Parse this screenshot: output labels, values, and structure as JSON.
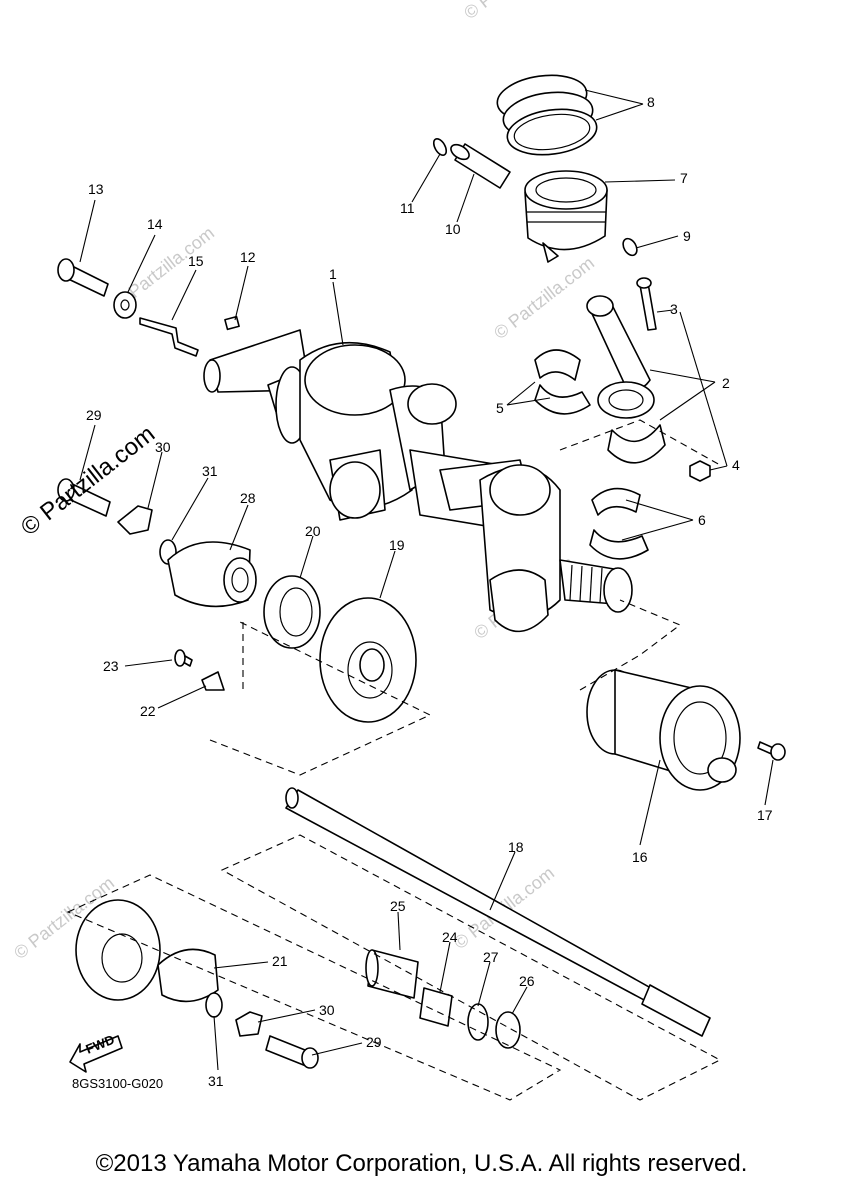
{
  "watermark": "© Partzilla.com",
  "diagram_code": "8GS3100-G020",
  "fwd_label": "FWD",
  "copyright": "©2013 Yamaha Motor Corporation, U.S.A. All rights reserved.",
  "callouts": {
    "c1": "1",
    "c2": "2",
    "c3": "3",
    "c4": "4",
    "c5": "5",
    "c6": "6",
    "c7": "7",
    "c8": "8",
    "c9": "9",
    "c10": "10",
    "c11": "11",
    "c12": "12",
    "c13": "13",
    "c14": "14",
    "c15": "15",
    "c16": "16",
    "c17": "17",
    "c18": "18",
    "c19": "19",
    "c20": "20",
    "c21": "21",
    "c22": "22",
    "c23": "23",
    "c24": "24",
    "c25": "25",
    "c26": "26",
    "c27": "27",
    "c28": "28",
    "c29a": "29",
    "c29b": "29",
    "c30a": "30",
    "c30b": "30",
    "c31a": "31",
    "c31b": "31"
  }
}
